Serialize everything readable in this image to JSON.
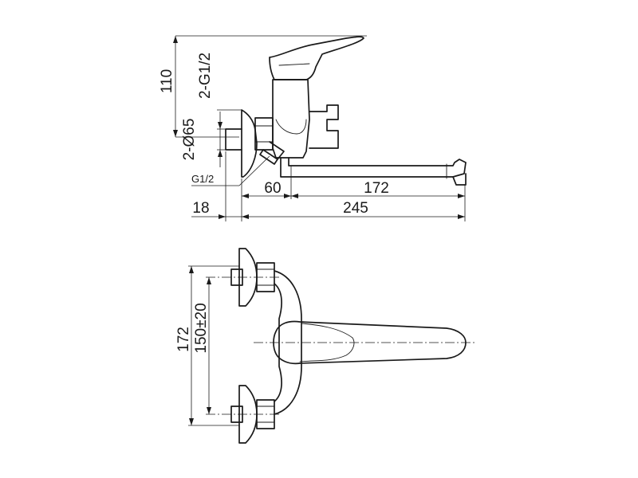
{
  "labels": {
    "height_110": "110",
    "thread_2g12": "2-G1/2",
    "dia_2x65": "2-Ø65",
    "thread_g12": "G1/2",
    "offset_60": "60",
    "spout_172": "172",
    "wall_18": "18",
    "length_245": "245",
    "height_172": "172",
    "centers_150": "150±20"
  }
}
